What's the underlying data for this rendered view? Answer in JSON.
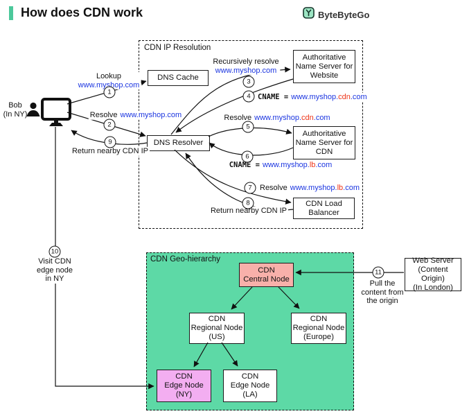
{
  "title": "How does CDN work",
  "brand": "ByteByteGo",
  "bob": {
    "line1": "Bob",
    "line2": "(In NY)"
  },
  "ip": {
    "title": "CDN IP Resolution",
    "dns_cache": "DNS Cache",
    "dns_resolver": "DNS Resolver",
    "ans_web": {
      "l1": "Authoritative",
      "l2": "Name Server for",
      "l3": "Website"
    },
    "ans_cdn": {
      "l1": "Authoritative",
      "l2": "Name Server for",
      "l3": "CDN"
    },
    "lb": {
      "l1": "CDN Load",
      "l2": "Balancer"
    }
  },
  "steps": {
    "s1": {
      "n": "1",
      "t": "Lookup",
      "url": "www.myshop.com"
    },
    "s2": {
      "n": "2",
      "t": "Resolve",
      "url": "www.myshop.com"
    },
    "s3": {
      "n": "3",
      "t": "Recursively resolve",
      "url": "www.myshop.com"
    },
    "s4": {
      "n": "4",
      "t": "CNAME =",
      "u1": "www.myshop.",
      "u2": "cdn",
      "u3": ".com"
    },
    "s5": {
      "n": "5",
      "t": "Resolve",
      "u1": "www.myshop.",
      "u2": "cdn",
      "u3": ".com"
    },
    "s6": {
      "n": "6",
      "t": "CNAME =",
      "u1": "www.myshop.",
      "u2": "lb",
      "u3": ".com"
    },
    "s7": {
      "n": "7",
      "t": "Resolve",
      "u1": "www.myshop.",
      "u2": "lb",
      "u3": ".com"
    },
    "s8": {
      "n": "8",
      "t": "Return nearby CDN IP"
    },
    "s9": {
      "n": "9",
      "t": "Return nearby CDN IP"
    },
    "s10": {
      "n": "10",
      "l1": "Visit CDN",
      "l2": "edge node",
      "l3": "in NY"
    },
    "s11": {
      "n": "11",
      "l1": "Pull the",
      "l2": "content from",
      "l3": "the origin"
    }
  },
  "geo": {
    "title": "CDN Geo-hierarchy",
    "central": {
      "l1": "CDN",
      "l2": "Central Node"
    },
    "regional_us": {
      "l1": "CDN",
      "l2": "Regional Node",
      "l3": "(US)"
    },
    "regional_eu": {
      "l1": "CDN",
      "l2": "Regional Node",
      "l3": "(Europe)"
    },
    "edge_ny": {
      "l1": "CDN",
      "l2": "Edge Node",
      "l3": "(NY)"
    },
    "edge_la": {
      "l1": "CDN",
      "l2": "Edge Node",
      "l3": "(LA)"
    },
    "web_server": {
      "l1": "Web Server",
      "l2": "(Content Origin)",
      "l3": "(In London)"
    }
  },
  "colors": {
    "accent_green": "#4cc89b",
    "geo_background": "#5dd9a6",
    "central_node_pink": "#f8b0aa",
    "edge_node_pink": "#f3aef1",
    "url_blue": "#1b35e0",
    "url_red": "#ee3418"
  }
}
